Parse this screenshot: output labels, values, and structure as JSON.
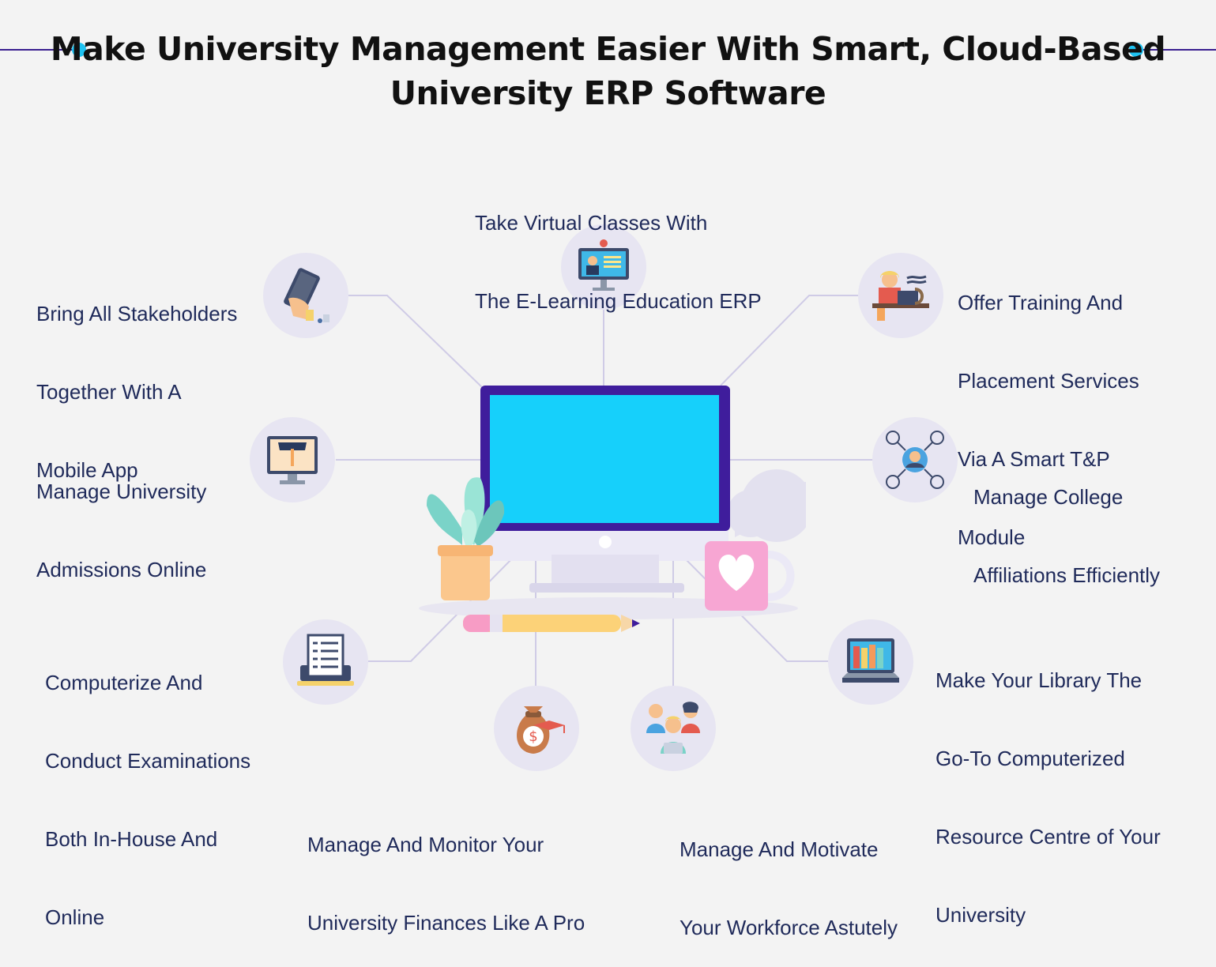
{
  "title": {
    "line1": "Make University Management Easier With Smart, Cloud-Based",
    "line2": "University ERP Software"
  },
  "features": [
    {
      "icon": "virtual-class-icon",
      "lines": [
        "Take Virtual Classes With",
        "The E-Learning Education ERP"
      ]
    },
    {
      "icon": "mobile-app-icon",
      "lines": [
        "Bring All Stakeholders",
        "Together With A",
        "Mobile App"
      ]
    },
    {
      "icon": "training-placement-icon",
      "lines": [
        "Offer Training And",
        "Placement Services",
        "Via A Smart T&P",
        "Module"
      ]
    },
    {
      "icon": "admissions-icon",
      "lines": [
        "Manage University",
        "Admissions Online"
      ]
    },
    {
      "icon": "affiliations-icon",
      "lines": [
        "Manage College",
        "Affiliations Efficiently"
      ]
    },
    {
      "icon": "examination-icon",
      "lines": [
        "Computerize And",
        "Conduct Examinations",
        "Both In-House And",
        "Online"
      ]
    },
    {
      "icon": "library-icon",
      "lines": [
        "Make Your Library The",
        "Go-To Computerized",
        "Resource Centre of Your",
        "University"
      ]
    },
    {
      "icon": "finance-icon",
      "lines": [
        "Manage And Monitor Your",
        "University Finances Like A Pro"
      ]
    },
    {
      "icon": "workforce-icon",
      "lines": [
        "Manage And Motivate",
        "Your Workforce Astutely"
      ]
    }
  ],
  "colors": {
    "background": "#f3f3f3",
    "title": "#111111",
    "label": "#1f2a5a",
    "accent_dot": "#1ec3f2",
    "rule": "#3a1f8f",
    "icon_circle": "#e7e5f2",
    "connector": "#cfcbe6",
    "monitor_frame": "#3f1d9c",
    "monitor_screen": "#16d0fb"
  }
}
